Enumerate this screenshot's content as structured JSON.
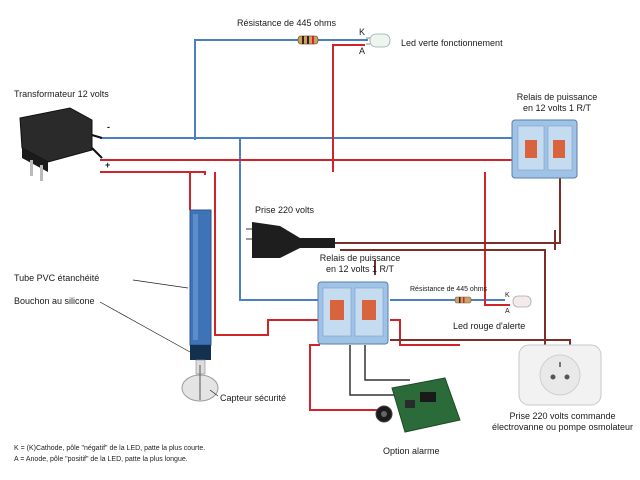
{
  "labels": {
    "resistor_top": "Résistance de 445 ohms",
    "led_green": "Led verte fonctionnement",
    "transformer": "Transformateur 12 volts",
    "minus": "-",
    "plus": "+",
    "relay_top_line1": "Relais de puissance",
    "relay_top_line2": "en 12 volts 1 R/T",
    "outlet": "Prise 220 volts",
    "relay_mid_line1": "Relais de puissance",
    "relay_mid_line2": "en 12 volts 1 R/T",
    "resistor_mid": "Résistance de 445 ohms",
    "led_red": "Led rouge d'alerte",
    "tube": "Tube PVC étanchéité",
    "plug": "Bouchon au silicone",
    "sensor": "Capteur sécurité",
    "wall_socket_line1": "Prise 220 volts commande",
    "wall_socket_line2": "électrovanne ou pompe osmolateur",
    "alarm": "Option alarme",
    "k_top": "K",
    "a_top": "A",
    "k_mid": "K",
    "a_mid": "A"
  },
  "notes": {
    "k_note": "K = (K)Cathode, pôle \"négatif\" de la LED, patte la plus courte.",
    "a_note": "A = Anode, pôle \"positif\" de la LED, patte la plus longue."
  },
  "colors": {
    "wire_blue": "#4a7fc1",
    "wire_red": "#d0242b",
    "wire_brown": "#7a2f28",
    "relay_blue": "#9fc3e6",
    "tube_blue": "#3f73b8"
  }
}
